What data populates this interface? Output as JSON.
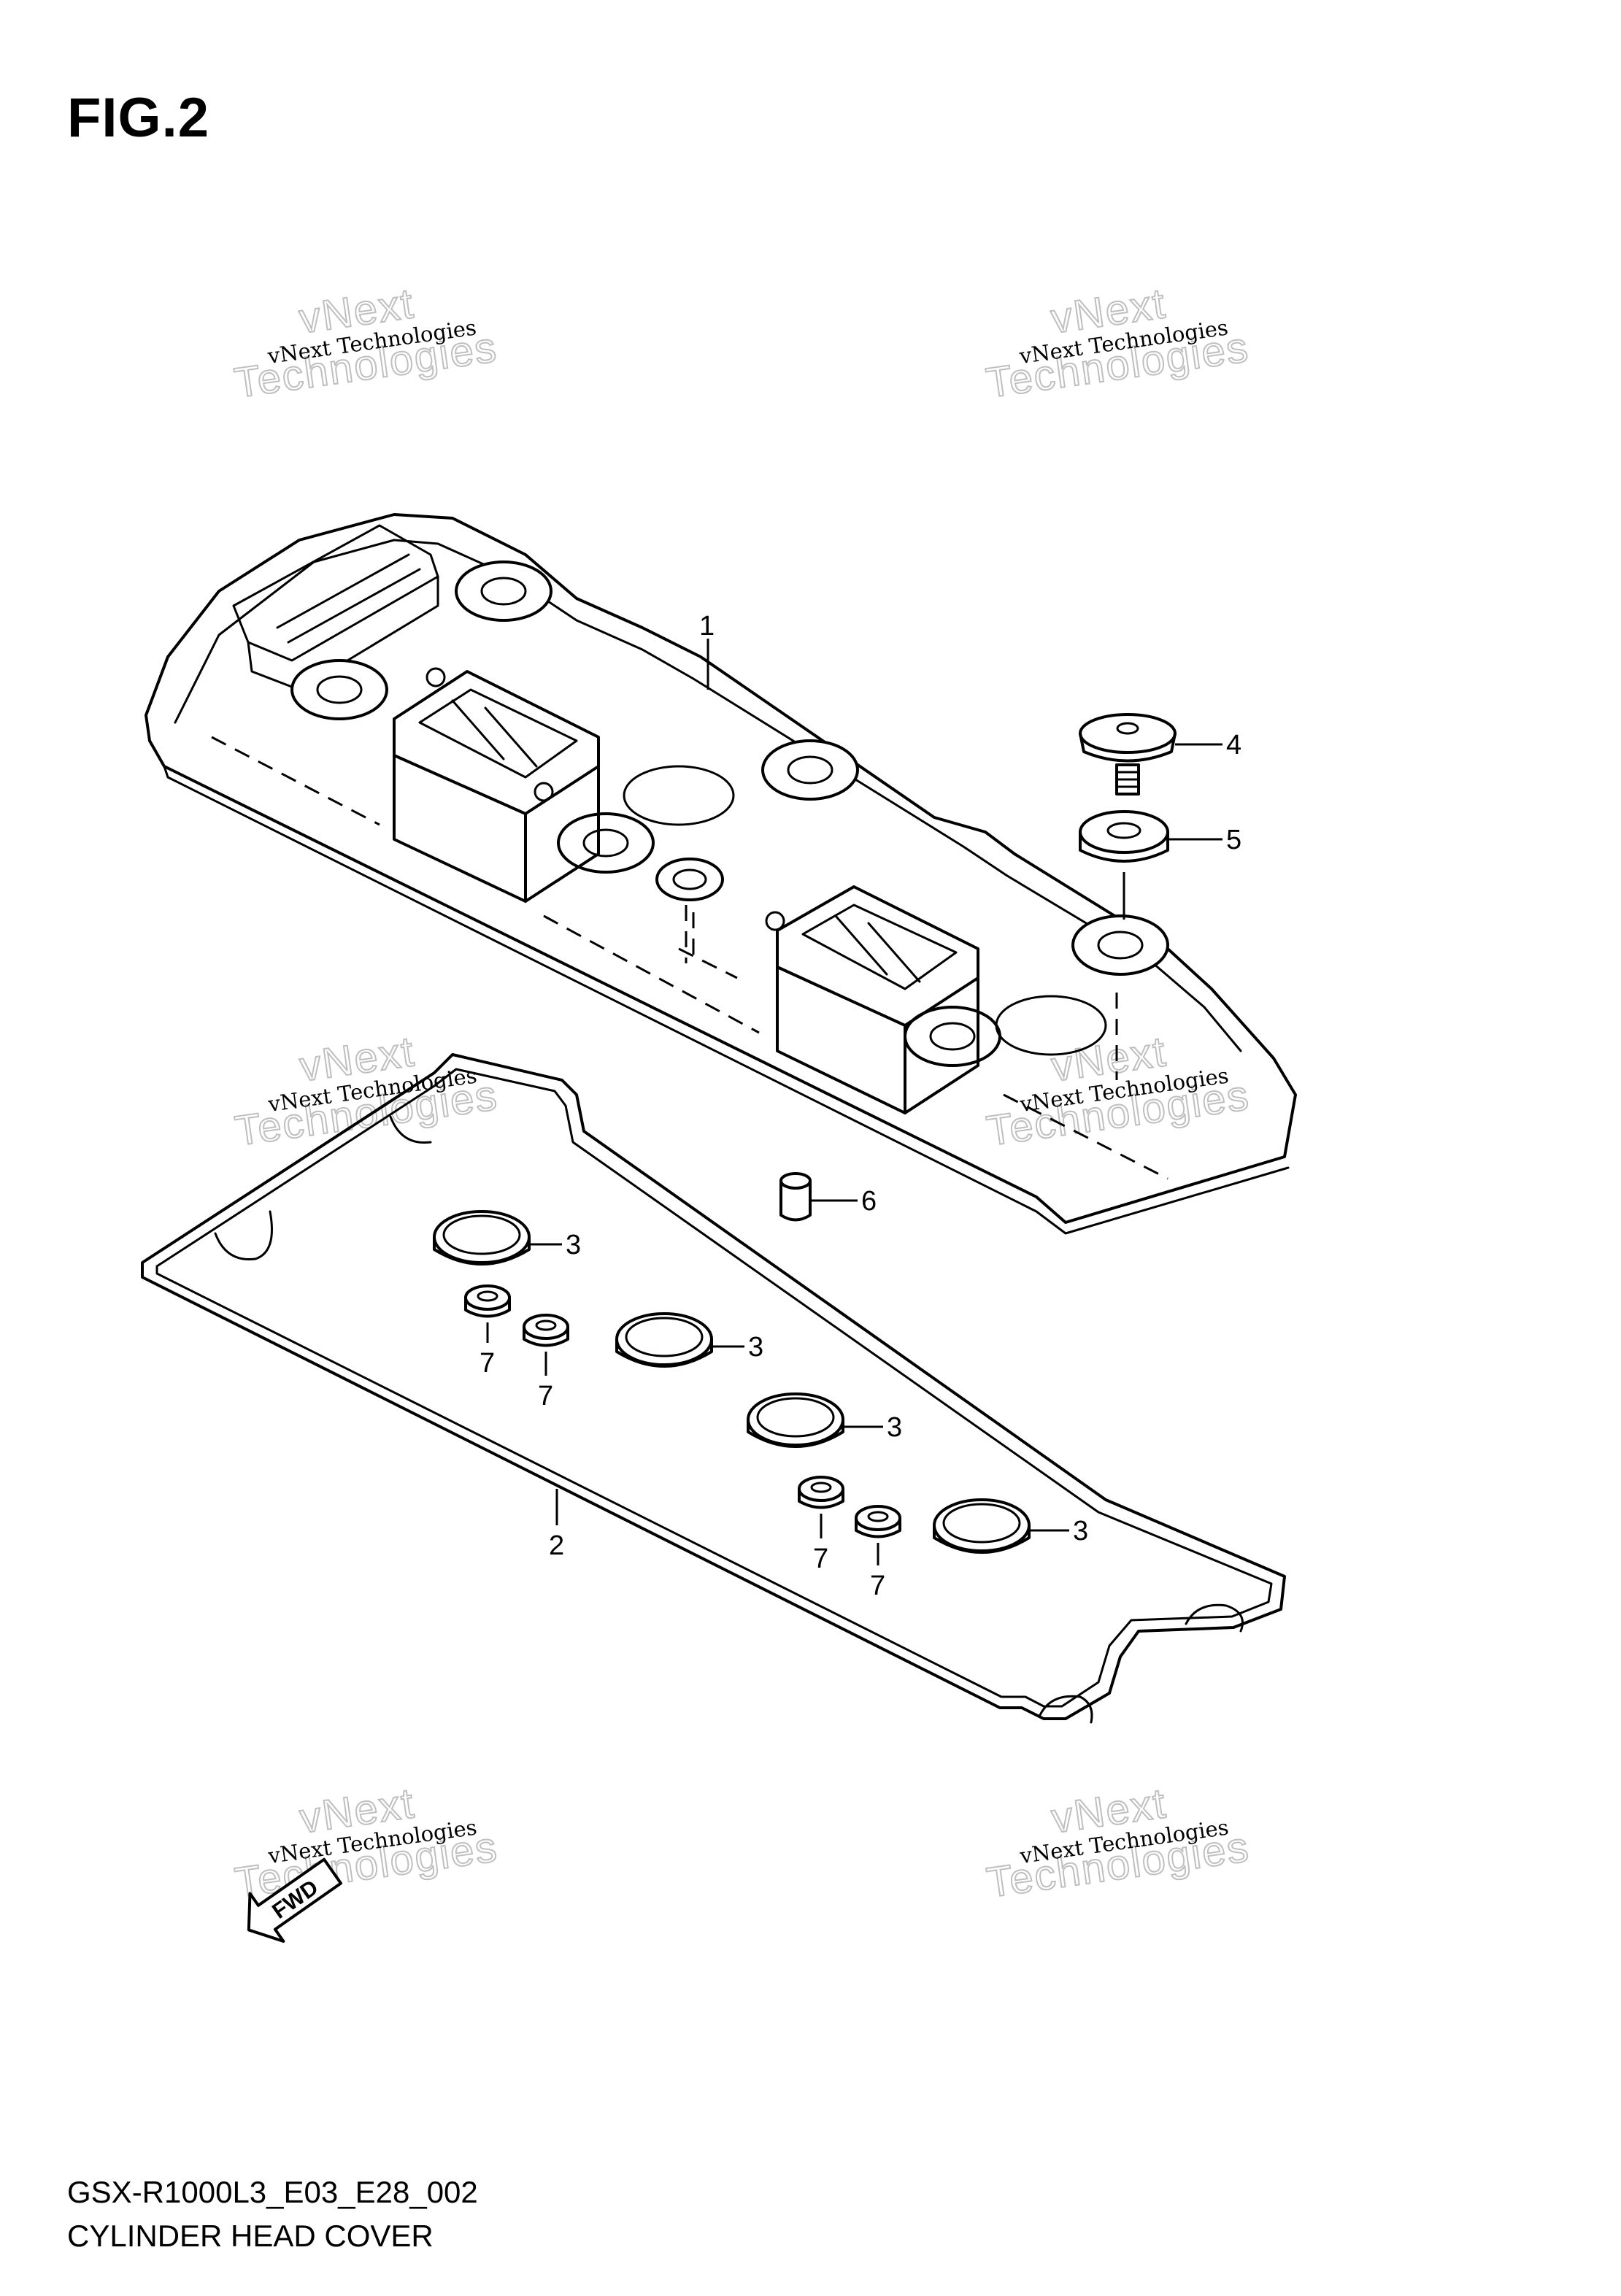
{
  "figure_title": "FIG.2",
  "footer": {
    "model_code": "GSX-R1000L3_E03_E28_002",
    "section_name": "CYLINDER HEAD COVER"
  },
  "watermark": {
    "line_small": "vNext Technologies",
    "line_big_1": "vNext",
    "line_big_2": "Technologies"
  },
  "callouts": {
    "p1": "1",
    "p2": "2",
    "p3a": "3",
    "p3b": "3",
    "p3c": "3",
    "p3d": "3",
    "p4": "4",
    "p5": "5",
    "p6": "6",
    "p7a": "7",
    "p7b": "7",
    "p7c": "7",
    "p7d": "7"
  },
  "direction_arrow": {
    "label": "FWD",
    "icon": "fwd-arrow-icon"
  }
}
